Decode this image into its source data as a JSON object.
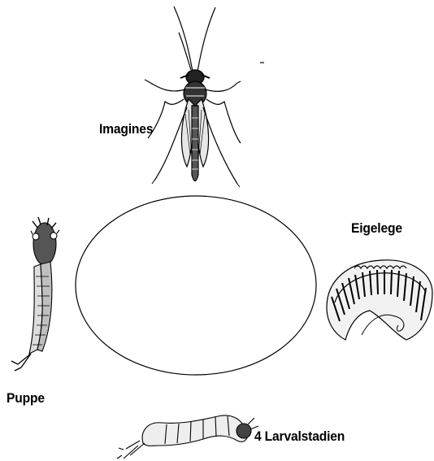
{
  "stages": {
    "imagines": "Imagines",
    "eigelege": "Eigelege",
    "larven": "4 Larvalstadien",
    "puppe": "Puppe"
  },
  "icons": [
    "adult-mosquito-icon",
    "egg-raft-icon",
    "larva-icon",
    "pupa-icon"
  ],
  "colors": {
    "ink": "#000000",
    "background": "#ffffff"
  }
}
